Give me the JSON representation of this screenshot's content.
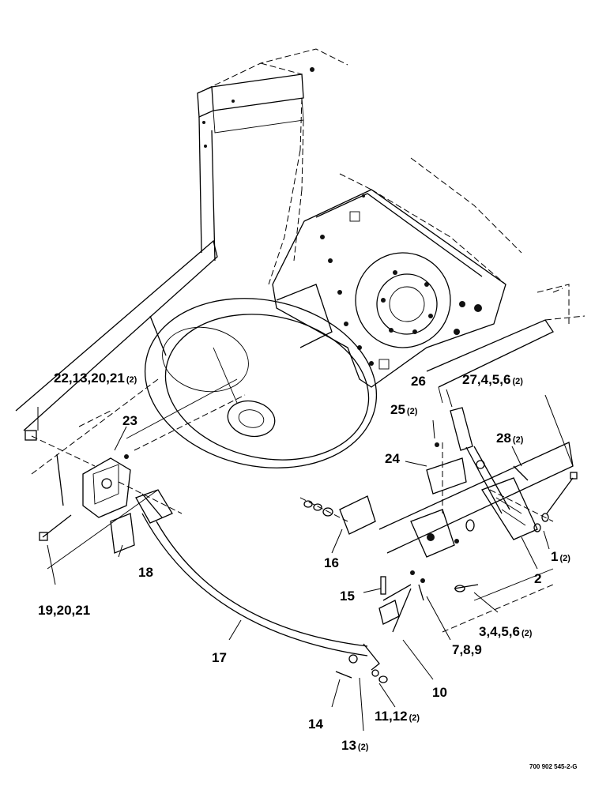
{
  "callouts": [
    {
      "id": "c22",
      "text": "22,13,20,21",
      "qty": "(2)"
    },
    {
      "id": "c23",
      "text": "23",
      "qty": ""
    },
    {
      "id": "c19",
      "text": "19,20,21",
      "qty": ""
    },
    {
      "id": "c18",
      "text": "18",
      "qty": ""
    },
    {
      "id": "c17",
      "text": "17",
      "qty": ""
    },
    {
      "id": "c16",
      "text": "16",
      "qty": ""
    },
    {
      "id": "c15",
      "text": "15",
      "qty": ""
    },
    {
      "id": "c14",
      "text": "14",
      "qty": ""
    },
    {
      "id": "c13",
      "text": "13",
      "qty": "(2)"
    },
    {
      "id": "c11",
      "text": "11,12",
      "qty": "(2)"
    },
    {
      "id": "c10",
      "text": "10",
      "qty": ""
    },
    {
      "id": "c7",
      "text": "7,8,9",
      "qty": ""
    },
    {
      "id": "c3",
      "text": "3,4,5,6",
      "qty": "(2)"
    },
    {
      "id": "c2",
      "text": "2",
      "qty": ""
    },
    {
      "id": "c1",
      "text": "1",
      "qty": "(2)"
    },
    {
      "id": "c28",
      "text": "28",
      "qty": "(2)"
    },
    {
      "id": "c27",
      "text": "27,4,5,6",
      "qty": "(2)"
    },
    {
      "id": "c26",
      "text": "26",
      "qty": ""
    },
    {
      "id": "c25",
      "text": "25",
      "qty": "(2)"
    },
    {
      "id": "c24",
      "text": "24",
      "qty": ""
    }
  ],
  "drawing_code": "700 902 545-2-G"
}
